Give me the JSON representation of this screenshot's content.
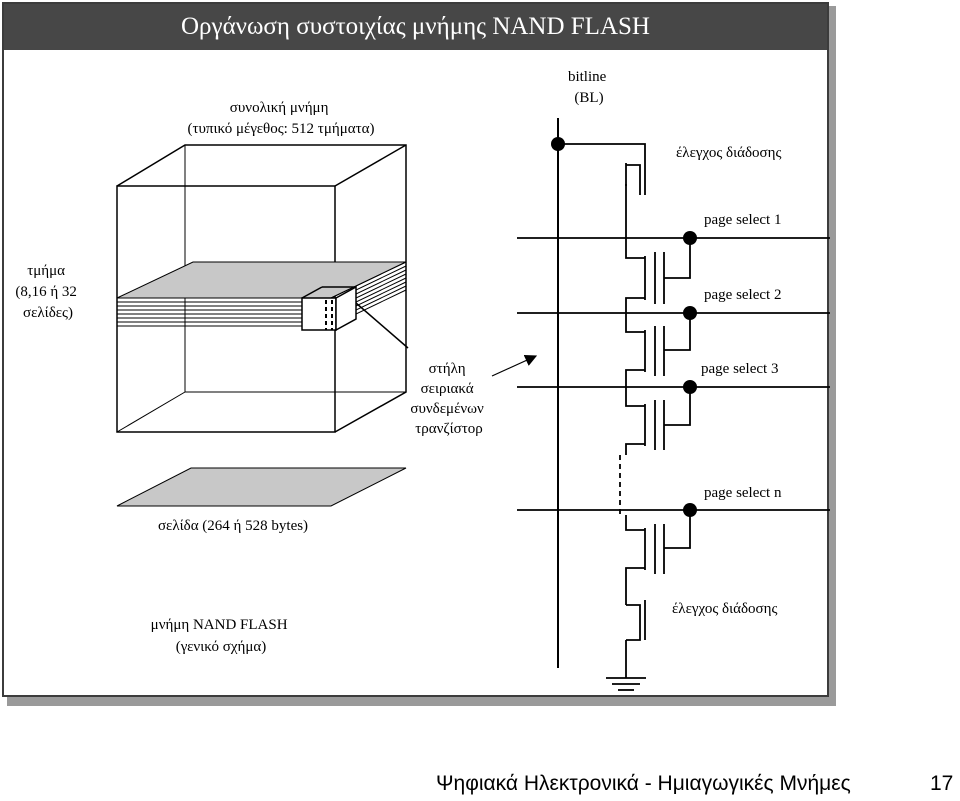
{
  "slide": {
    "title": "Οργάνωση συστοιχίας μνήμης NAND FLASH",
    "footer": "Ψηφιακά Ηλεκτρονικά - Ημιαγωγικές Μνήμες",
    "page_number": "17"
  },
  "diagram": {
    "total_memory": [
      "συνολική μνήμη",
      "(τυπικό μέγεθος: 512 τμήματα)"
    ],
    "block_label": [
      "τμήμα",
      "(8,16 ή 32",
      "σελίδες)"
    ],
    "column_label": [
      "στήλη",
      "σειριακά",
      "συνδεμένων",
      "τρανζίστορ"
    ],
    "page_label": "σελίδα (264 ή 528 bytes)",
    "memory_label": [
      "μνήμη NAND FLASH",
      "(γενικό σχήμα)"
    ],
    "bitline_label": [
      "bitline",
      "(BL)"
    ],
    "top_control": "έλεγχος διάδοσης",
    "bottom_control": "έλεγχος διάδοσης",
    "page_selects": [
      "page select 1",
      "page select 2",
      "page select 3",
      "page select n"
    ]
  }
}
